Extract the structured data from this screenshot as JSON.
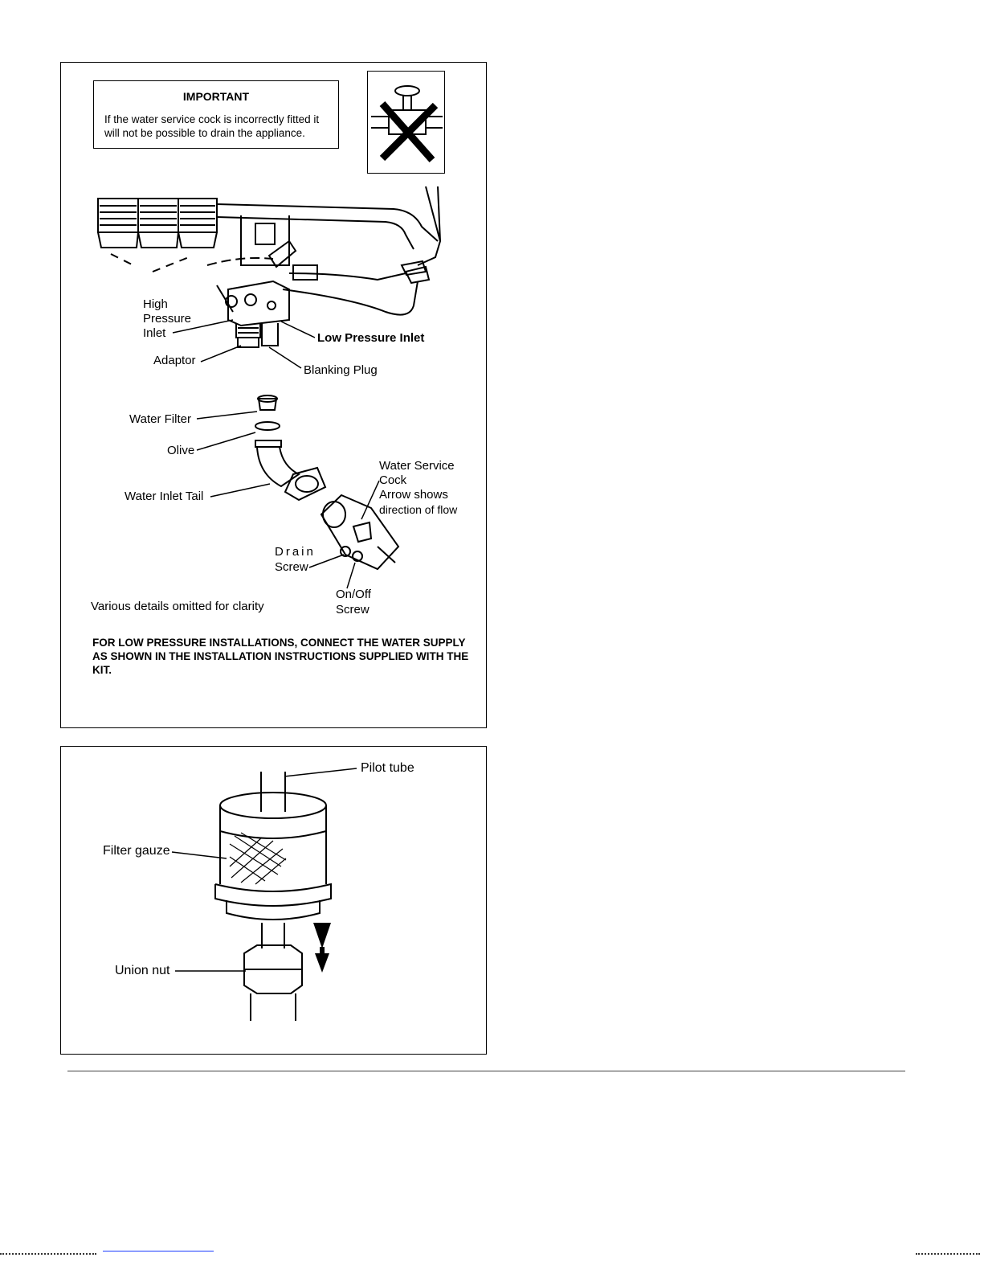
{
  "important": {
    "title": "IMPORTANT",
    "text": "If the water service cock is incorrectly fitted it will not be possible to drain the appliance."
  },
  "top_labels": {
    "high_pressure_inlet_1": "High",
    "high_pressure_inlet_2": "Pressure",
    "high_pressure_inlet_3": "Inlet",
    "low_pressure_inlet": "Low Pressure Inlet",
    "adaptor": "Adaptor",
    "blanking_plug": "Blanking Plug",
    "water_filter": "Water Filter",
    "olive": "Olive",
    "water_inlet_tail": "Water Inlet Tail",
    "water_service_cock_1": "Water Service",
    "water_service_cock_2": "Cock",
    "water_service_cock_3": "Arrow   shows",
    "water_service_cock_4": "direction of flow",
    "drain_screw_1": "Drain",
    "drain_screw_2": "Screw",
    "onoff_screw_1": "On/Off",
    "onoff_screw_2": "Screw",
    "note": "Various details omitted for clarity",
    "warning": "FOR LOW PRESSURE INSTALLATIONS, CONNECT THE WATER SUPPLY AS SHOWN IN THE INSTALLATION INSTRUCTIONS SUPPLIED WITH THE KIT."
  },
  "bottom_labels": {
    "pilot_tube": "Pilot tube",
    "filter_gauze": "Filter gauze",
    "union_nut": "Union nut"
  },
  "icons": {
    "incorrect_fit": "crossed-out-tap-icon",
    "flow_direction": "down-arrow-icon"
  },
  "colors": {
    "line": "#000000",
    "footer_link": "#1a3cff"
  }
}
